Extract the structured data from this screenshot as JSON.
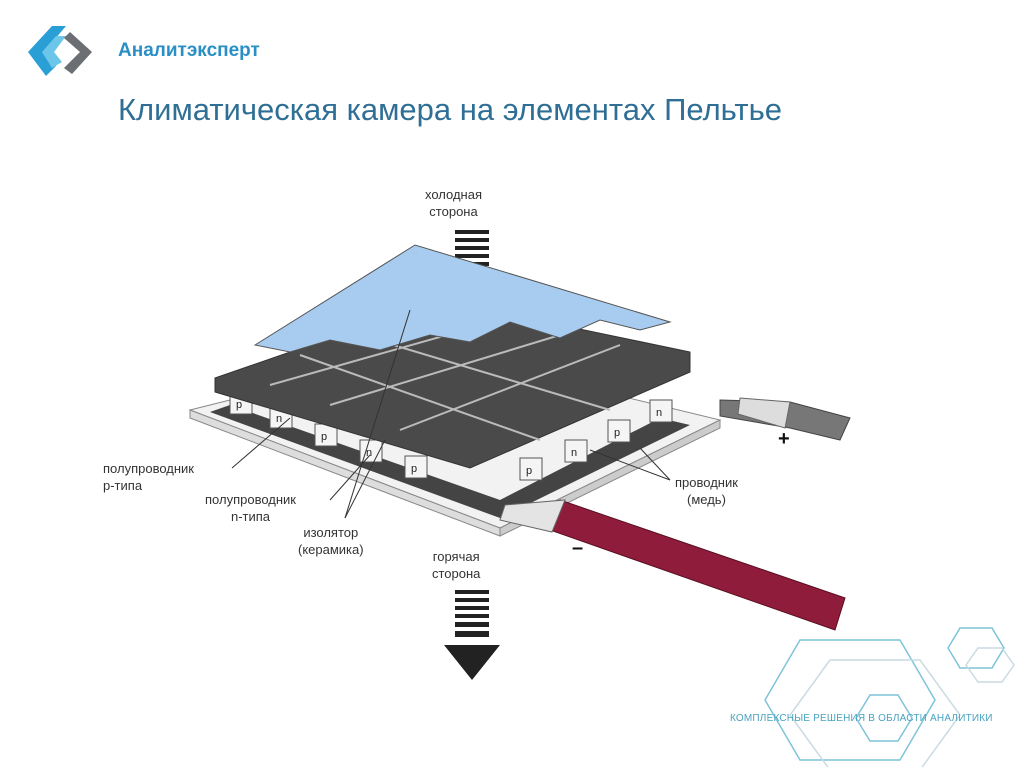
{
  "brand": {
    "name": "Аналитэксперт",
    "slogan": "КОМПЛЕКСНЫЕ РЕШЕНИЯ В ОБЛАСТИ АНАЛИТИКИ"
  },
  "slide": {
    "title": "Климатическая камера на элементах Пельтье"
  },
  "diagram": {
    "cold_side": "холодная\nсторона",
    "hot_side": "горячая\nсторона",
    "p_semiconductor": "полупроводник\np-типа",
    "n_semiconductor": "полупроводник\nn-типа",
    "insulator": "изолятор\n(керамика)",
    "conductor": "проводник\n(медь)",
    "plus": "+",
    "minus": "–",
    "pellet_p": "p",
    "pellet_n": "n"
  },
  "colors": {
    "accent": "#2a8fc4",
    "cold_plate": "#a8ccef",
    "wire_negative": "#8e1c3a",
    "wire_positive": "#777777"
  }
}
